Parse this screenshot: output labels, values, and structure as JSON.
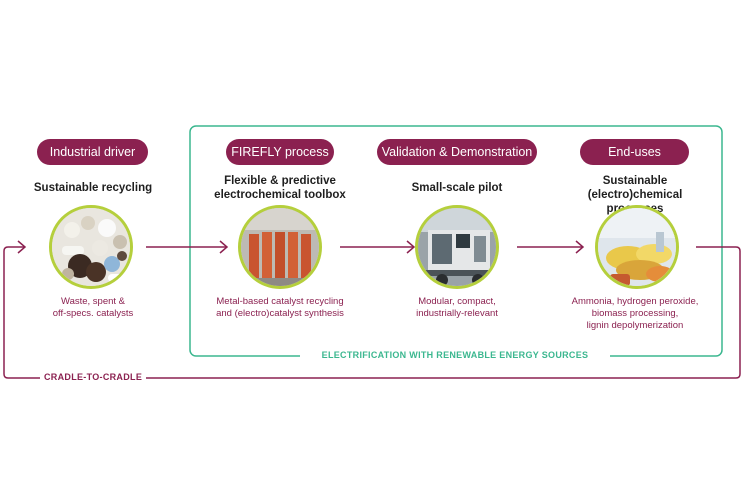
{
  "stages": [
    {
      "pill": "Industrial driver",
      "heading": "Sustainable recycling",
      "caption": "Waste, spent &\noff-specs. catalysts",
      "image": "catalyst-pellets-image"
    },
    {
      "pill": "FIREFLY process",
      "heading": "Flexible & predictive\nelectrochemical toolbox",
      "caption": "Metal-based catalyst recycling\nand (electro)catalyst synthesis",
      "image": "electrochemical-cells-image"
    },
    {
      "pill": "Validation & Demonstration",
      "heading": "Small-scale pilot",
      "caption": "Modular, compact,\nindustrially-relevant",
      "image": "pilot-trailer-image"
    },
    {
      "pill": "End-uses",
      "heading": "Sustainable (electro)chemical\nprocesses",
      "caption": "Ammonia, hydrogen peroxide,\nbiomass processing,\nlignin depolymerization",
      "image": "chemical-products-image"
    }
  ],
  "box_label": "ELECTRIFICATION WITH RENEWABLE ENERGY SOURCES",
  "loop_label": "CRADLE-TO-CRADLE",
  "colors": {
    "maroon": "#8b2150",
    "teal": "#3bb78f",
    "lime": "#b5cf3c"
  }
}
